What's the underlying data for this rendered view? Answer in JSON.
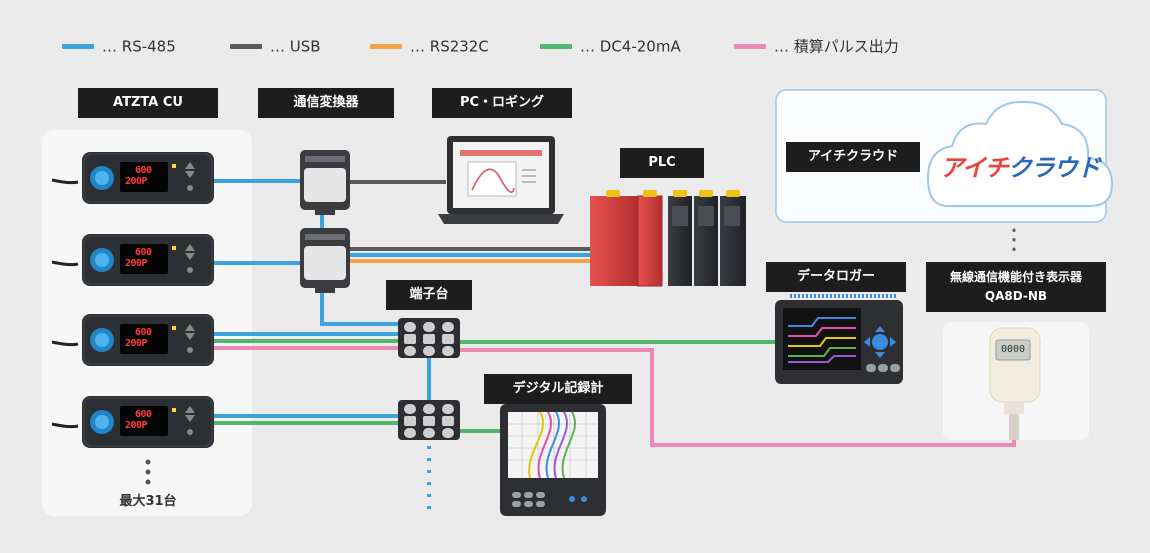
{
  "legend": [
    {
      "text": "… RS-485",
      "color": "#3ba3df"
    },
    {
      "text": "… USB",
      "color": "#595959"
    },
    {
      "text": "… RS232C",
      "color": "#f5a14a"
    },
    {
      "text": "… DC4-20mA",
      "color": "#52b66e"
    },
    {
      "text": "… 積算パルス出力",
      "color": "#ec8ab3"
    }
  ],
  "labels": {
    "atzta": "ATZTA CU",
    "converter": "通信変換器",
    "pc": "PC・ロギング",
    "plc": "PLC",
    "cloud_box": "アイチクラウド",
    "terminal": "端子台",
    "logger": "データロガー",
    "recorder": "デジタル記録計",
    "wireless_line1": "無線通信機能付き表示器",
    "wireless_line2": "QA8D-NB"
  },
  "cloud_logo": {
    "part1": "アイチ",
    "part2": "クラウド",
    "color1": "#e9423f",
    "color2": "#2b69b8"
  },
  "device_display": {
    "line1": "600",
    "line2": "200P"
  },
  "device_count": "最大31台",
  "wireless_display": "0000"
}
